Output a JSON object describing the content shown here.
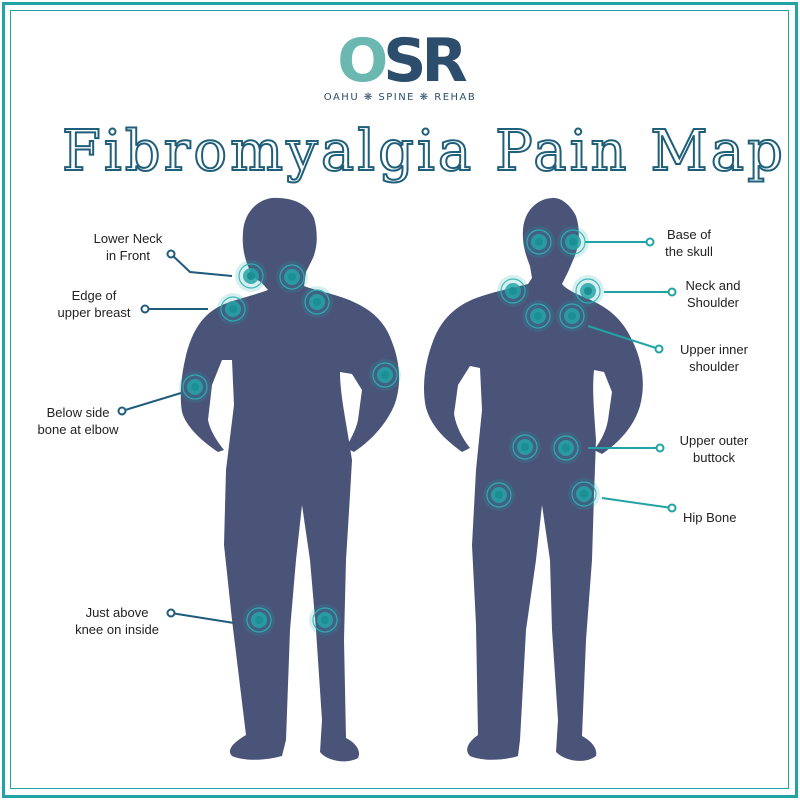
{
  "brand": {
    "logo_text": "OSR",
    "tagline": "OAHU ❋ SPINE ❋ REHAB"
  },
  "title": "Fibromyalgia Pain Map",
  "colors": {
    "frame": "#21a3a5",
    "silhouette": "#4a5479",
    "point": "#24a5a8",
    "front_callout": "#1f5b7a",
    "back_callout": "#21a3a5"
  },
  "front_labels": {
    "lower_neck": "Lower Neck\nin Front",
    "upper_breast": "Edge of\nupper breast",
    "elbow": "Below side\nbone at elbow",
    "knee": "Just above\nknee on inside"
  },
  "back_labels": {
    "skull": "Base of\nthe skull",
    "neck_shoulder": "Neck and\nShoulder",
    "inner_shoulder": "Upper inner\nshoulder",
    "buttock": "Upper outer\nbuttock",
    "hip": "Hip Bone"
  }
}
